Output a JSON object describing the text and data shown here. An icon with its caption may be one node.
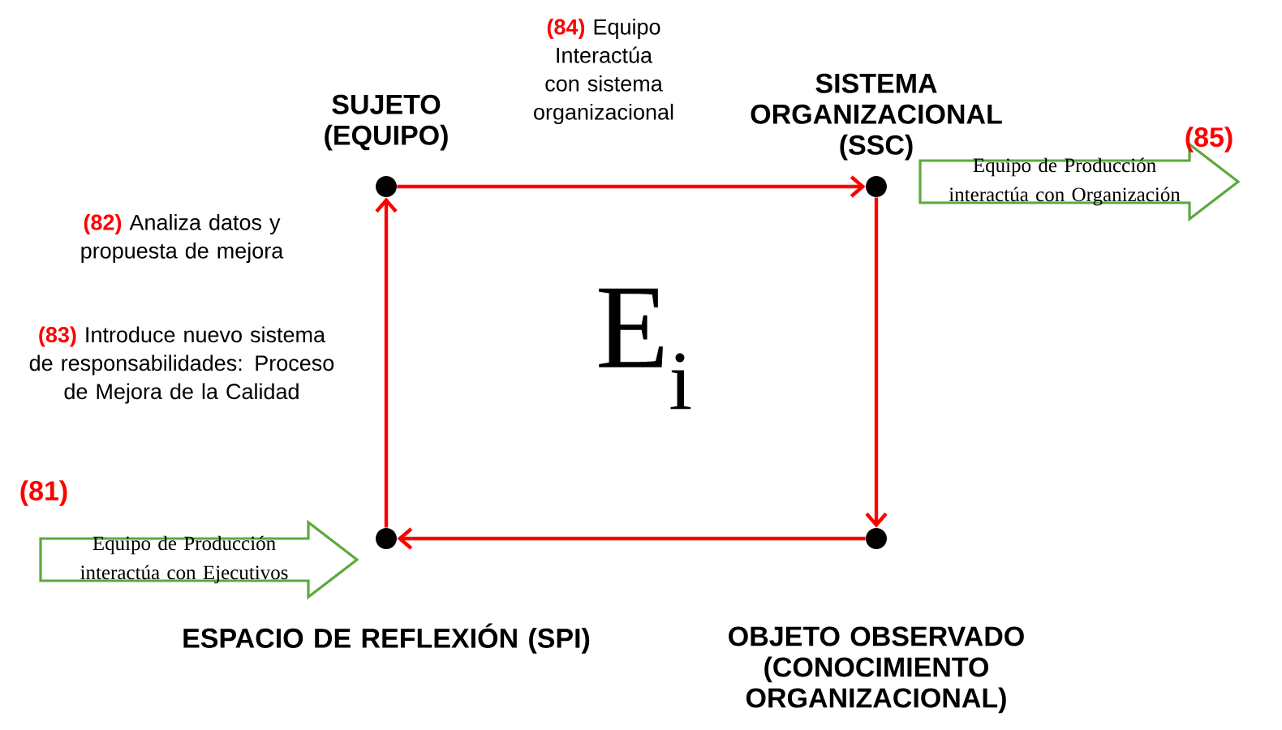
{
  "diagram": {
    "nodes": [
      {
        "text": [
          "SUJETO (EQUIPO)"
        ]
      },
      {
        "text": [
          "SISTEMA ORGANIZACIONAL (SSC)"
        ]
      },
      {
        "text": [
          "OBJETO OBSERVADO (CONOCIMIENTO ORGANIZACIONAL)"
        ]
      },
      {
        "text": [
          "ESPACIO DE REFLEXIÓN (SPI)"
        ]
      },
      {
        "text": [
          "Equipo de Producción interactúa con Organización"
        ],
        "beside": [
          "(85)"
        ]
      },
      {
        "text": [
          "Equipo de Producción interactúa con Ejecutivos"
        ],
        "beside": [
          "(81)"
        ]
      }
    ],
    "edges": [
      {
        "from": 0,
        "to": 1,
        "arrow": "to"
      },
      {
        "from": 1,
        "to": 2,
        "arrow": "to"
      },
      {
        "from": 2,
        "to": 3,
        "arrow": "to"
      },
      {
        "from": 3,
        "to": 0,
        "arrow": "to"
      }
    ],
    "labels": [
      "(84)",
      "Equipo Interactúa con sistema organizacional",
      "(82)",
      "Analiza datos y propuesta de mejora",
      "(83)",
      "Introduce nuevo sistema de responsabilidades: Proceso de Mejora de la Calidad",
      "E$_{i}$"
    ]
  }
}
